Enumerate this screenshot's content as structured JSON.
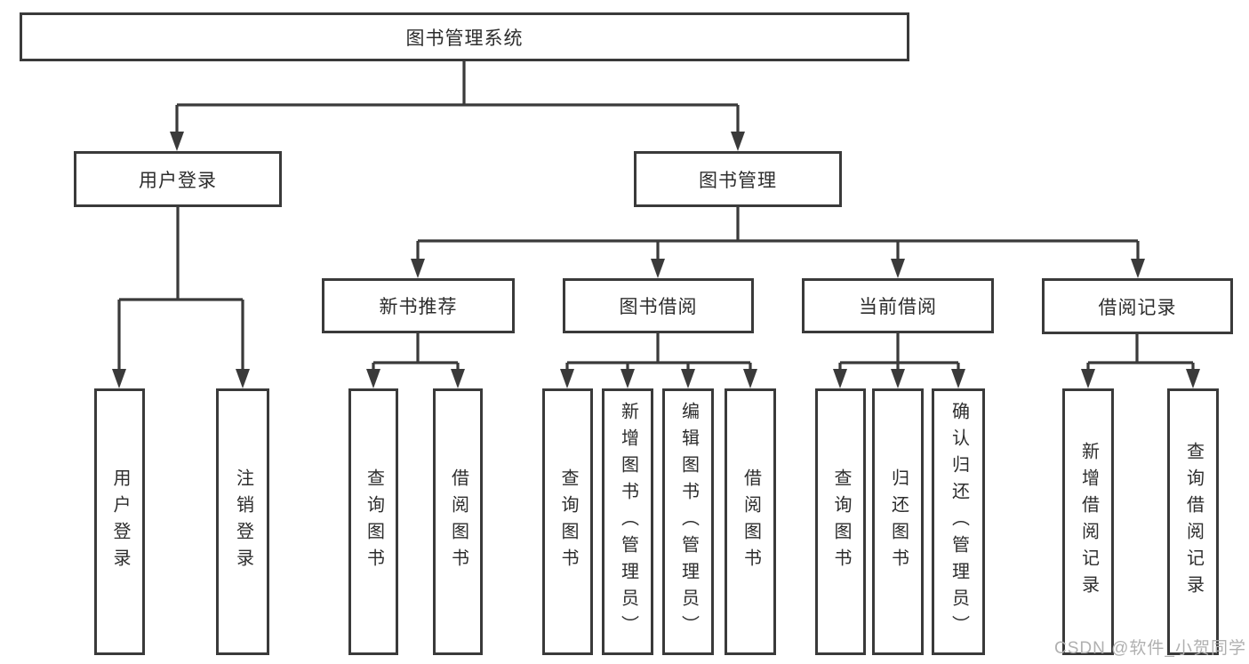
{
  "diagram": {
    "root": {
      "label": "图书管理系统"
    },
    "branches": [
      {
        "label": "用户登录",
        "children": [
          {
            "label": "用户登录"
          },
          {
            "label": "注销登录"
          }
        ]
      },
      {
        "label": "图书管理",
        "children": [
          {
            "label": "新书推荐",
            "children": [
              {
                "label": "查询图书"
              },
              {
                "label": "借阅图书"
              }
            ]
          },
          {
            "label": "图书借阅",
            "children": [
              {
                "label": "查询图书"
              },
              {
                "label": "新增图书（管理员）"
              },
              {
                "label": "编辑图书（管理员）"
              },
              {
                "label": "借阅图书"
              }
            ]
          },
          {
            "label": "当前借阅",
            "children": [
              {
                "label": "查询图书"
              },
              {
                "label": "归还图书"
              },
              {
                "label": "确认归还（管理员）"
              }
            ]
          },
          {
            "label": "借阅记录",
            "children": [
              {
                "label": "新增借阅记录"
              },
              {
                "label": "查询借阅记录"
              }
            ]
          }
        ]
      }
    ]
  },
  "watermark": {
    "text": "CSDN @软件_小贺同学"
  },
  "colors": {
    "line": "#3a3a3a",
    "box_border": "#3a3a3a",
    "text": "#2d2d2d",
    "background": "#ffffff",
    "watermark": "#b0b0b0"
  }
}
